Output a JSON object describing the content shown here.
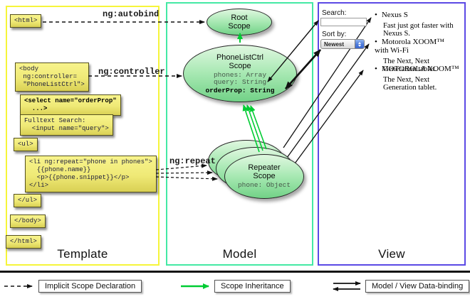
{
  "columns": {
    "template": {
      "label": "Template"
    },
    "model": {
      "label": "Model"
    },
    "view": {
      "label": "View"
    }
  },
  "template_code": {
    "html_open": "<html>",
    "body_open": "<body\n ng:controller=\n \"PhoneListCtrl\">",
    "select": "<select name=\"orderProp\"\n  ...>",
    "fulltext": "Fulltext Search:\n  <input name=\"query\">",
    "ul_open": "<ul>",
    "li_repeat": "<li ng:repeat=\"phone in phones\">\n  {{phone.name}}\n  <p>{{phone.snippet}}</p>\n</li>",
    "ul_close": "</ul>",
    "body_close": "</body>",
    "html_close": "</html>"
  },
  "annotations": {
    "ng_autobind": "ng:autobind",
    "ng_controller": "ng:controller",
    "ng_repeat": "ng:repeat"
  },
  "model": {
    "root_scope": {
      "title": "Root\nScope"
    },
    "phonelist_scope": {
      "title": "PhoneListCtrl\nScope",
      "props": "phones: Array\nquery: String",
      "prop_bold": "orderProp: String"
    },
    "repeater_scope": {
      "title": "Repeater\nScope",
      "prop": "phone: Object"
    }
  },
  "view": {
    "search_label": "Search:",
    "sort_label": "Sort by:",
    "sort_value": "Newest",
    "bullet": "•",
    "items": [
      {
        "name": "Nexus S",
        "desc": "Fast just got faster with Nexus S."
      },
      {
        "name": "Motorola XOOM™ with Wi-Fi",
        "desc": "The Next, Next Generation tablet."
      },
      {
        "name": "MOTOROLA XOOM™",
        "desc": "The Next, Next Generation tablet."
      }
    ]
  },
  "legend": {
    "implicit": "Implicit Scope Declaration",
    "inheritance": "Scope Inheritance",
    "databinding": "Model / View Data-binding"
  },
  "colors": {
    "template_border": "#f6f53a",
    "model_border": "#44e9a4",
    "view_border": "#5b49e5",
    "inheritance_green": "#00cc33",
    "box_fill": "#efe976",
    "scope_fill": "#a9e9b4"
  }
}
